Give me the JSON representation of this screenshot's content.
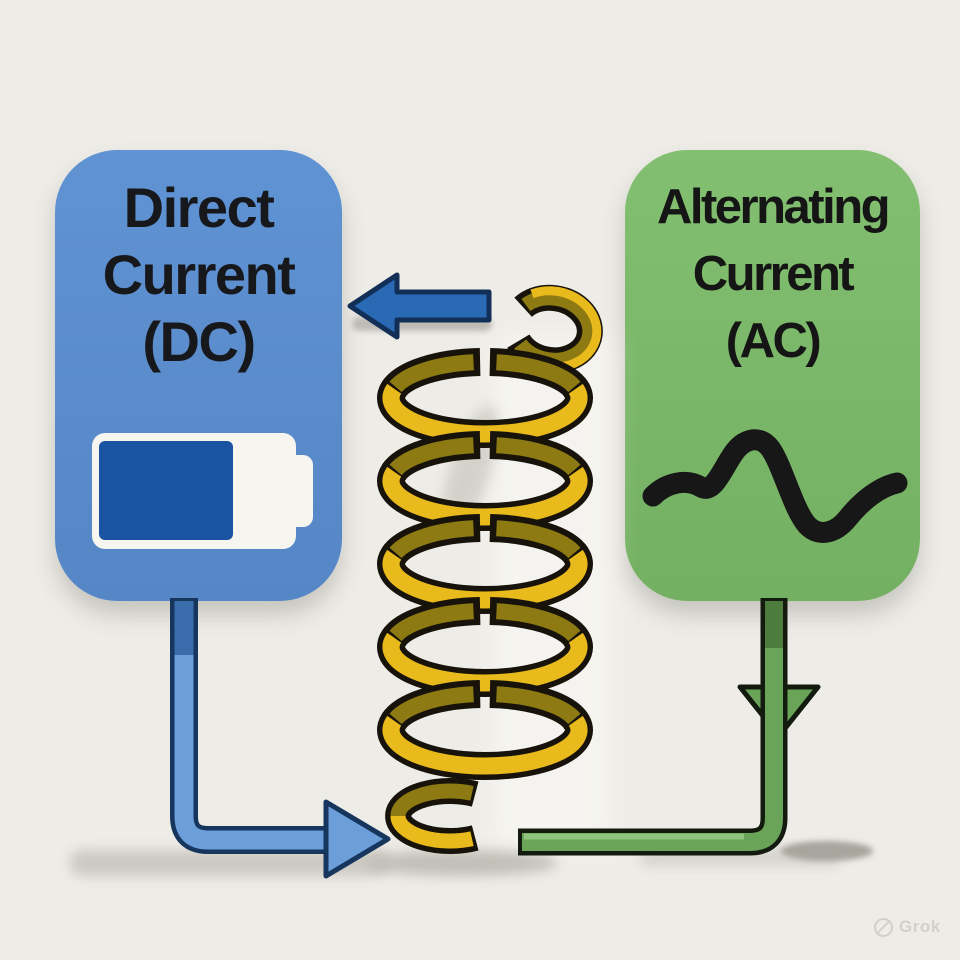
{
  "meta": {
    "description": "Cartoon diagram comparing Direct Current and Alternating Current connected through a transformer coil"
  },
  "background_color": "#eeece7",
  "dc_box": {
    "label_lines": [
      "Direct",
      "Current",
      "(DC)"
    ],
    "fill_color": "#5a8ecd",
    "text_color": "#17181c",
    "battery_icon": {
      "body_color": "#f7f5ef",
      "charge_color": "#1b53a3"
    }
  },
  "ac_box": {
    "label_lines": [
      "Alternating",
      "Current",
      "(AC)"
    ],
    "fill_color": "#7cb96b",
    "text_color": "#151515",
    "sine_wave_color": "#171717"
  },
  "coil": {
    "turns": 5,
    "front_color": "#e9ba1c",
    "back_color": "#8d7a12",
    "outline_color": "#17130b"
  },
  "dc_wire": {
    "wire_color": "#6c9ed9",
    "arrow_color": "#2a69b4",
    "outline_color": "#16365e",
    "shade_color": "#3b6cab",
    "direction": "left-arrow-into-dc-box, bottom wire arrow into coil"
  },
  "ac_wire": {
    "wire_color": "#6aa458",
    "highlight_color": "#8fc47d",
    "outline_color": "#131a0e",
    "shade_color": "#4d7c3f",
    "direction": "downward arrow from ac box to coil"
  },
  "watermark": {
    "icon": "slashed-circle",
    "label": "Grok"
  }
}
